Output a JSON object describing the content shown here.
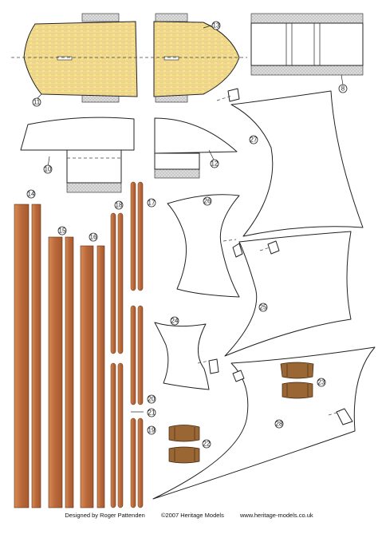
{
  "parts": {
    "p8": "8",
    "p10": "10",
    "p11": "11",
    "p12": "12",
    "p13": "13",
    "p14": "14",
    "p15": "15",
    "p16": "16",
    "p17": "17",
    "p18": "18",
    "p19": "19",
    "p20": "20",
    "p21": "21",
    "p22": "22",
    "p23": "23",
    "p24": "24",
    "p25": "25",
    "p26": "26",
    "p27": "27",
    "p28": "28"
  },
  "footer": {
    "designer": "Designed by Roger Pattenden",
    "copyright": "©2007 Heritage Models",
    "website": "www.heritage-models.co.uk"
  },
  "colors": {
    "hull_wood": "#f3e48c",
    "hull_grain": "#e7b98a",
    "spar": "#b8683a",
    "spar_light": "#d98b55",
    "hatch": "#cfcfcf",
    "barrel": "#8a5a2b",
    "outline": "#222222"
  },
  "icons": [
    "hull-half-left-icon",
    "hull-half-right-icon",
    "barrel-icon"
  ]
}
